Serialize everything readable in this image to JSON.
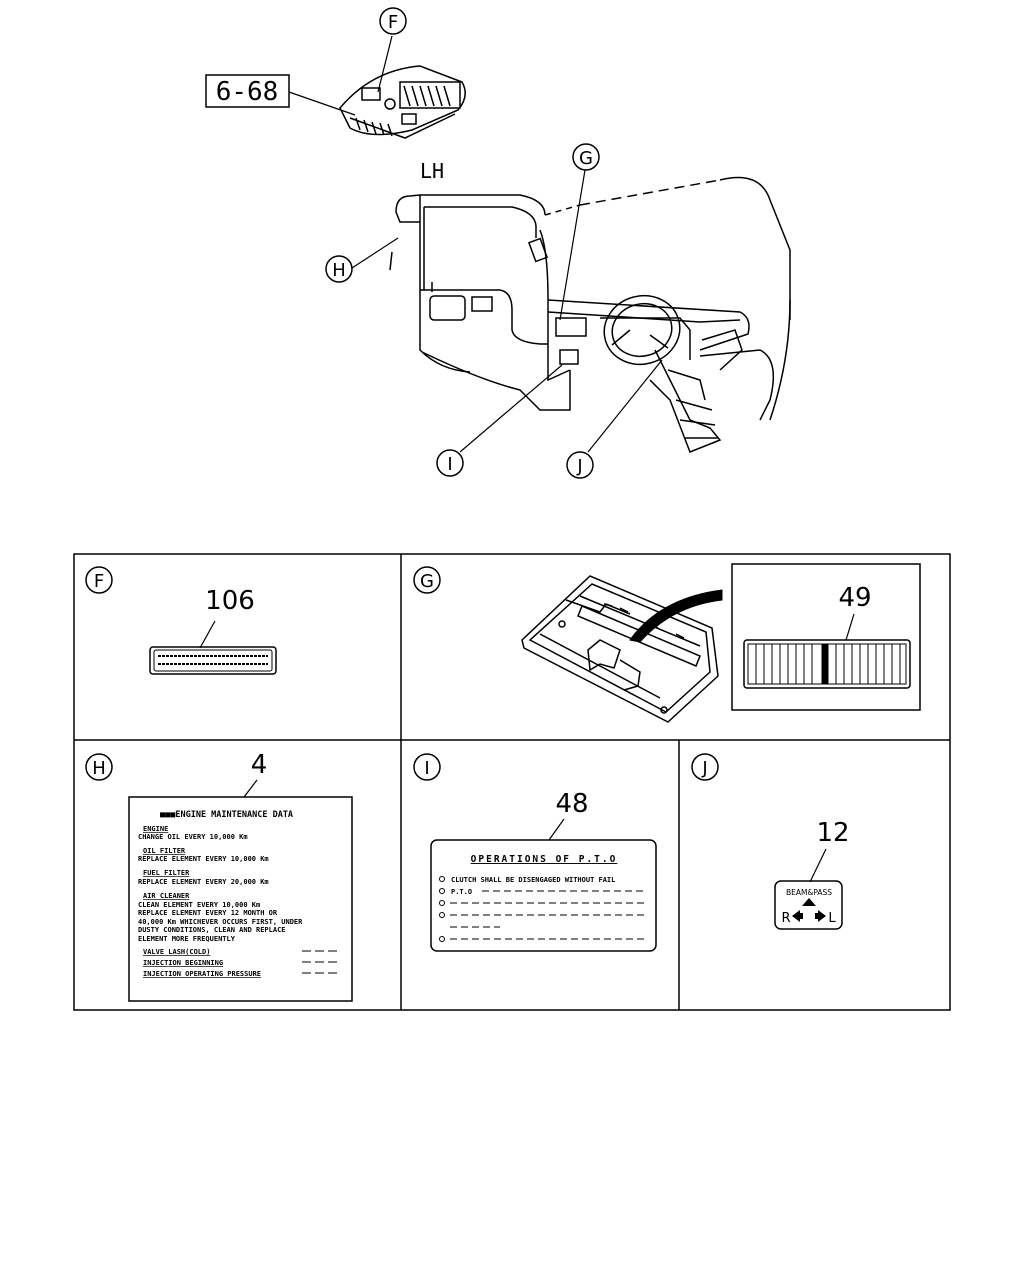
{
  "overview": {
    "ref_box": "6-68",
    "side_label": "LH",
    "callouts": {
      "f": "F",
      "g": "G",
      "h": "H",
      "i": "I",
      "j": "J"
    }
  },
  "panels": {
    "f": {
      "letter": "F",
      "part_no": "106"
    },
    "g": {
      "letter": "G",
      "part_no": "49"
    },
    "h": {
      "letter": "H",
      "part_no": "4",
      "label": {
        "title": "■■■ENGINE MAINTENANCE DATA",
        "engine": "ENGINE",
        "engine_line": "CHANGE OIL EVERY 10,000 Km",
        "oil": "OIL FILTER",
        "oil_line": "REPLACE ELEMENT EVERY 10,000 Km",
        "fuel": "FUEL FILTER",
        "fuel_line": "REPLACE ELEMENT EVERY 20,000 Km",
        "air": "AIR CLEANER",
        "air_line1": "CLEAN ELEMENT EVERY 10,000 Km",
        "air_line2": "REPLACE ELEMENT EVERY 12 MONTH OR",
        "air_line3": "40,000 Km WHICHEVER OCCURS FIRST, UNDER",
        "air_line4": "DUSTY CONDITIONS, CLEAN AND REPLACE",
        "air_line5": "ELEMENT MORE FREQUENTLY",
        "valve": "VALVE LASH(COLD)",
        "inj_begin": "INJECTION BEGINNING",
        "inj_press": "INJECTION OPERATING PRESSURE"
      }
    },
    "i": {
      "letter": "I",
      "part_no": "48",
      "label": {
        "title": "OPERATIONS OF P.T.O",
        "line1": "CLUTCH SHALL BE DISENGAGED WITHOUT FAIL",
        "line2": "P.T.O"
      }
    },
    "j": {
      "letter": "J",
      "part_no": "12",
      "label": {
        "title": "BEAM&PASS",
        "right": "R",
        "left": "L"
      }
    }
  }
}
